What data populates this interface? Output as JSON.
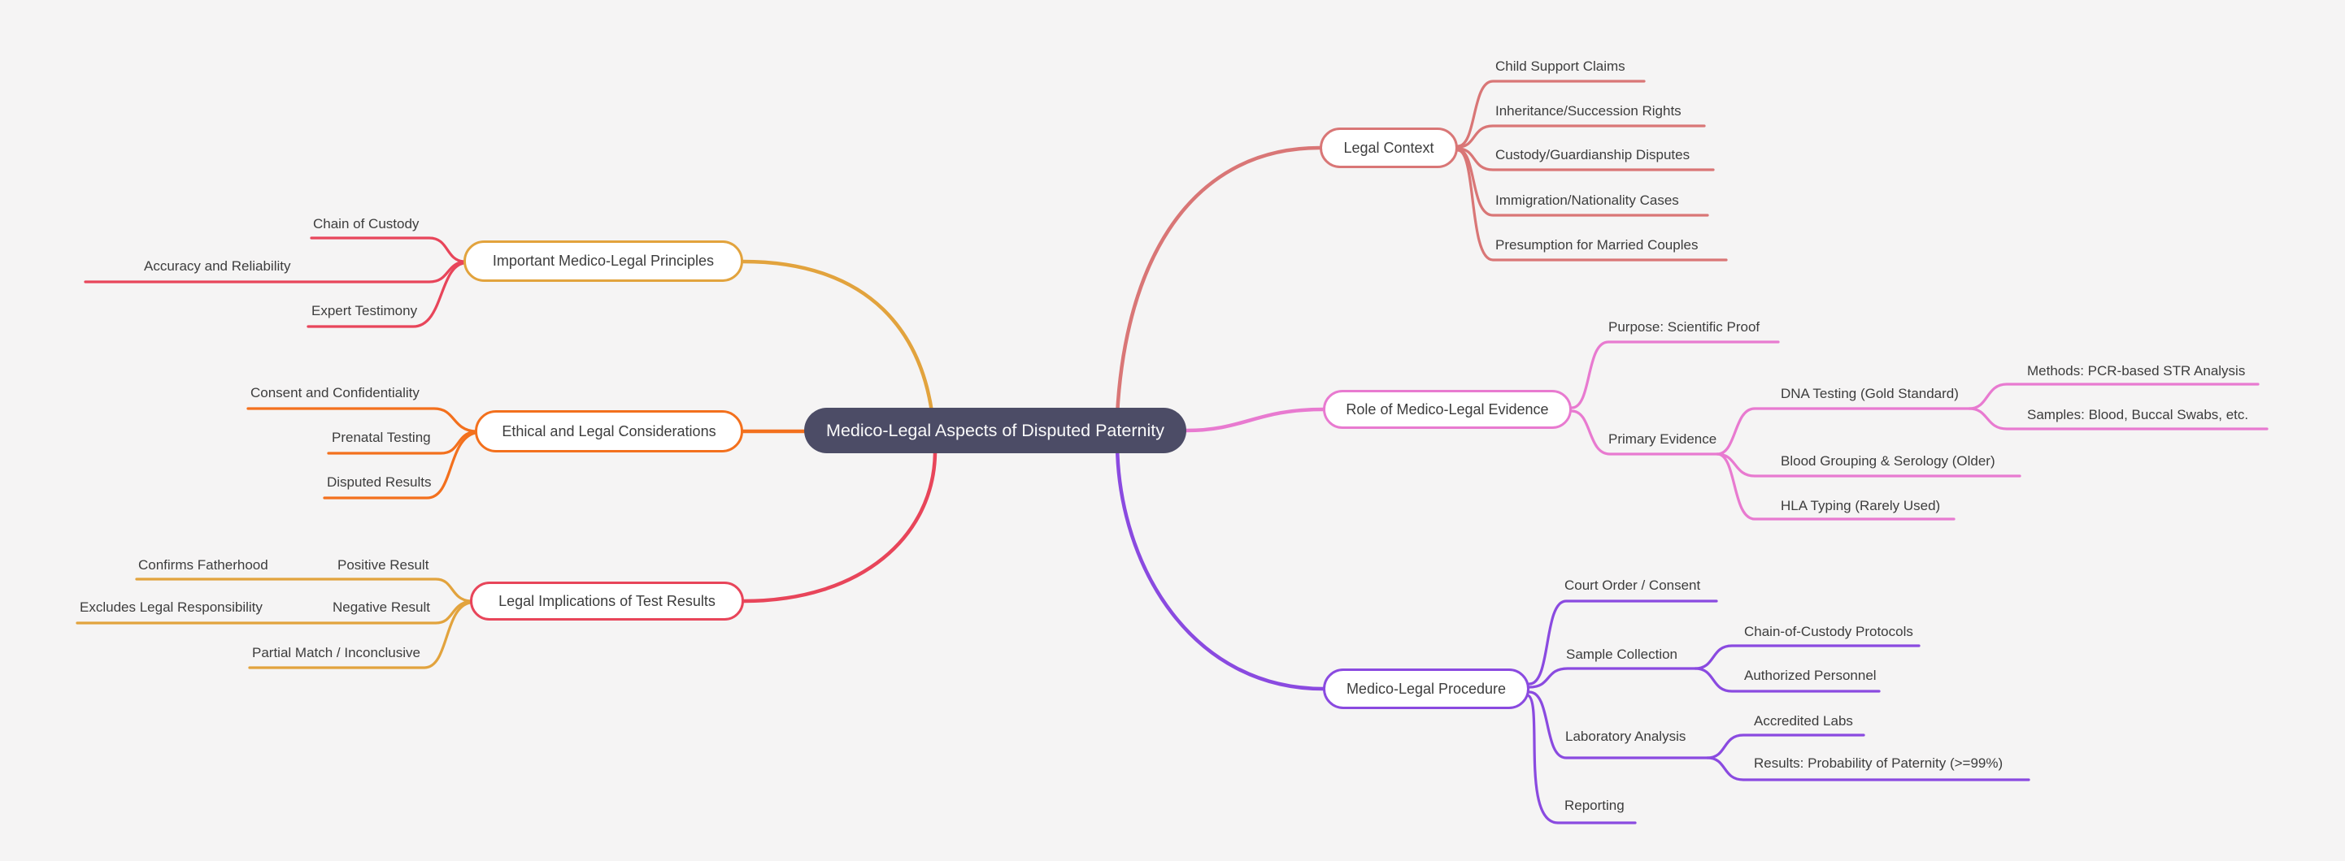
{
  "map": {
    "root": {
      "label": "Medico-Legal Aspects of Disputed Paternity"
    },
    "left": [
      {
        "label": "Important Medico-Legal Principles",
        "color": "#E2A33D",
        "child_line_color": "#E8455A",
        "children": [
          {
            "label": "Chain of Custody"
          },
          {
            "label": "Accuracy and Reliability"
          },
          {
            "label": "Expert Testimony"
          }
        ]
      },
      {
        "label": "Ethical and Legal Considerations",
        "color": "#F3701D",
        "child_line_color": "#F3701D",
        "children": [
          {
            "label": "Consent and Confidentiality"
          },
          {
            "label": "Prenatal Testing"
          },
          {
            "label": "Disputed Results"
          }
        ]
      },
      {
        "label": "Legal Implications of Test Results",
        "color": "#E8455A",
        "child_line_color": "#E2A33D",
        "children": [
          {
            "label": "Positive Result",
            "children": [
              {
                "label": "Confirms Fatherhood"
              }
            ]
          },
          {
            "label": "Negative Result",
            "children": [
              {
                "label": "Excludes Legal Responsibility"
              }
            ]
          },
          {
            "label": "Partial Match / Inconclusive"
          }
        ]
      }
    ],
    "right": [
      {
        "label": "Legal Context",
        "color": "#D97676",
        "child_line_color": "#D97676",
        "children": [
          {
            "label": "Child Support Claims"
          },
          {
            "label": "Inheritance/Succession Rights"
          },
          {
            "label": "Custody/Guardianship Disputes"
          },
          {
            "label": "Immigration/Nationality Cases"
          },
          {
            "label": "Presumption for Married Couples"
          }
        ]
      },
      {
        "label": "Role of Medico-Legal Evidence",
        "color": "#E87AD0",
        "child_line_color": "#E87AD0",
        "children": [
          {
            "label": "Purpose: Scientific Proof"
          },
          {
            "label": "Primary Evidence",
            "children": [
              {
                "label": "DNA Testing (Gold Standard)",
                "children": [
                  {
                    "label": "Methods: PCR-based STR Analysis"
                  },
                  {
                    "label": "Samples: Blood, Buccal Swabs, etc."
                  }
                ]
              },
              {
                "label": "Blood Grouping & Serology (Older)"
              },
              {
                "label": "HLA Typing (Rarely Used)"
              }
            ]
          }
        ]
      },
      {
        "label": "Medico-Legal Procedure",
        "color": "#8A4AE0",
        "child_line_color": "#8A4AE0",
        "children": [
          {
            "label": "Court Order / Consent"
          },
          {
            "label": "Sample Collection",
            "children": [
              {
                "label": "Chain-of-Custody Protocols"
              },
              {
                "label": "Authorized Personnel"
              }
            ]
          },
          {
            "label": "Laboratory Analysis",
            "children": [
              {
                "label": "Accredited Labs"
              },
              {
                "label": "Results: Probability of Paternity (>=99%)"
              }
            ]
          },
          {
            "label": "Reporting"
          }
        ]
      }
    ],
    "palette": {
      "amber": "#E2A33D",
      "orange": "#F3701D",
      "red": "#E8455A",
      "salmon": "#D97676",
      "pink": "#E87AD0",
      "purple": "#8A4AE0",
      "root_fill": "#4C4C66",
      "root_text": "#FAFAFA",
      "background": "#F5F4F4",
      "label_text": "#3D3D3D"
    }
  }
}
